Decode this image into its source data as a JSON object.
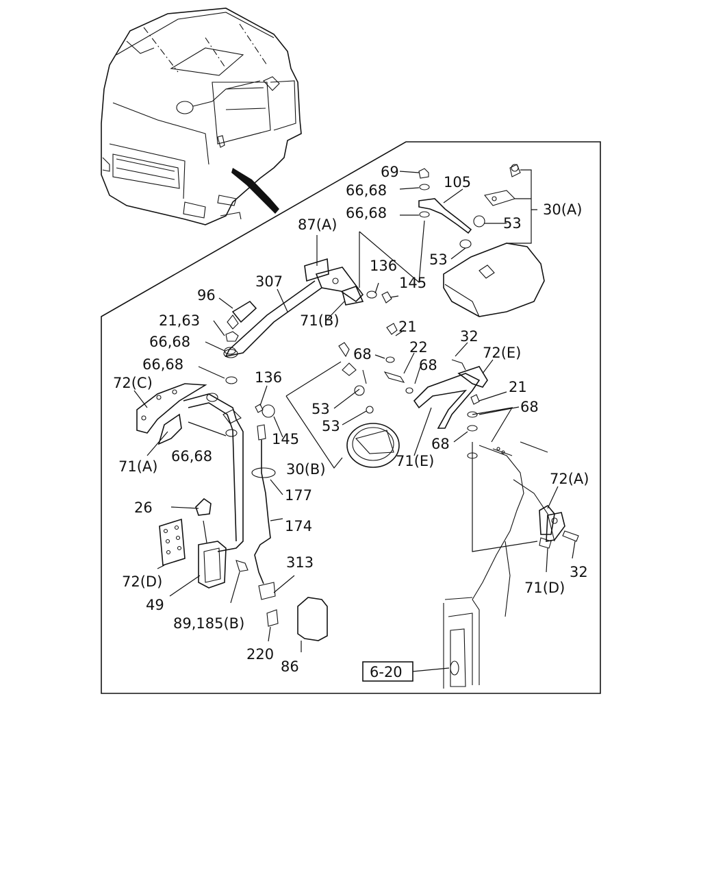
{
  "diagram": {
    "reference_box": "6-20",
    "labels": {
      "l69": "69",
      "l66_68_a": "66,68",
      "l105": "105",
      "l30a": "30(A)",
      "l66_68_b": "66,68",
      "l53_a": "53",
      "l53_b": "53",
      "l87a": "87(A)",
      "l136_a": "136",
      "l145_a": "145",
      "l307": "307",
      "l96": "96",
      "l71b": "71(B)",
      "l21_63": "21,63",
      "l66_68_c": "66,68",
      "l66_68_d": "66,68",
      "l72c": "72(C)",
      "l136_b": "136",
      "l145_b": "145",
      "l71a": "71(A)",
      "l66_68_e": "66,68",
      "l21_a": "21",
      "l22": "22",
      "l68_a": "68",
      "l68_b": "68",
      "l32_a": "32",
      "l72e": "72(E)",
      "l21_b": "21",
      "l68_c": "68",
      "l53_c": "53",
      "l53_d": "53",
      "l30b": "30(B)",
      "l71e": "71(E)",
      "l68_d": "68",
      "l177": "177",
      "l26": "26",
      "l174": "174",
      "l72a": "72(A)",
      "l72d": "72(D)",
      "l313": "313",
      "l49": "49",
      "l32_b": "32",
      "l71d": "71(D)",
      "l89_185b": "89,185(B)",
      "l220": "220",
      "l86": "86"
    }
  }
}
